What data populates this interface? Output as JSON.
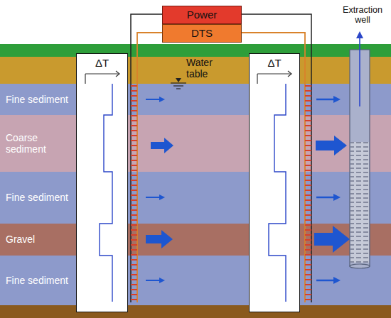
{
  "diagram": {
    "nodes": [
      {
        "text": [
          "Power"
        ]
      },
      {
        "text": [
          "DTS"
        ]
      },
      {
        "text": [
          "Extraction well"
        ]
      },
      {
        "text": [
          "ΔT"
        ]
      },
      {
        "text": [
          "ΔT"
        ]
      },
      {
        "text": [
          "Fine sediment"
        ]
      },
      {
        "text": [
          "Coarse sediment"
        ]
      },
      {
        "text": [
          "Fine sediment"
        ]
      },
      {
        "text": [
          "Gravel"
        ]
      },
      {
        "text": [
          "Fine sediment"
        ]
      }
    ],
    "labels": [
      "Water table"
    ]
  }
}
